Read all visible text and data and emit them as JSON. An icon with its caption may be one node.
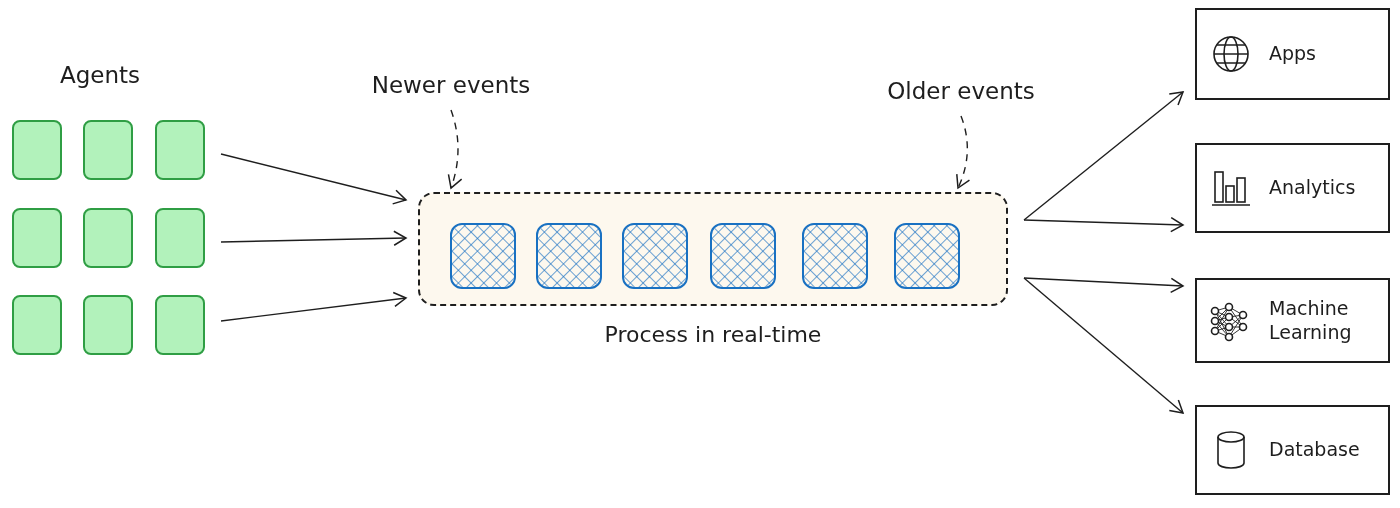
{
  "diagram": {
    "nodes": [
      {
        "text": [],
        "shape": "box"
      },
      {
        "text": [],
        "shape": "box"
      },
      {
        "text": [],
        "shape": "box"
      },
      {
        "text": [],
        "shape": "box"
      },
      {
        "text": [],
        "shape": "box"
      },
      {
        "text": [],
        "shape": "box"
      },
      {
        "text": [],
        "shape": "box"
      },
      {
        "text": [],
        "shape": "box"
      },
      {
        "text": [],
        "shape": "box"
      },
      {
        "text": [
          "Newer events"
        ]
      },
      {
        "text": [
          "Older events"
        ]
      },
      {
        "text": [
          "Process in real-time"
        ]
      },
      {
        "text": [],
        "shape": "box",
        "in": 11
      },
      {
        "text": [],
        "shape": "box",
        "in": 11
      },
      {
        "text": [],
        "shape": "box",
        "in": 11
      },
      {
        "text": [],
        "shape": "box",
        "in": 11
      },
      {
        "text": [],
        "shape": "box",
        "in": 11
      },
      {
        "text": [],
        "shape": "box",
        "in": 11
      },
      {
        "text": [
          "Apps"
        ]
      },
      {
        "text": [
          "Analytics"
        ]
      },
      {
        "text": [
          "Machine Learning"
        ]
      },
      {
        "text": [
          "Database"
        ]
      }
    ],
    "edges": [
      {
        "from": 2,
        "to": 11,
        "arrow": "to"
      },
      {
        "from": 5,
        "to": 11,
        "arrow": "to"
      },
      {
        "from": 8,
        "to": 11,
        "arrow": "to"
      },
      {
        "from": 9,
        "to": 11,
        "arrow": "to",
        "style": "dashed"
      },
      {
        "from": 10,
        "to": 11,
        "arrow": "to",
        "style": "dashed"
      },
      {
        "from": 11,
        "to": 18,
        "arrow": "to"
      },
      {
        "from": 11,
        "to": 19,
        "arrow": "to"
      },
      {
        "from": 11,
        "to": 20,
        "arrow": "to"
      },
      {
        "from": 11,
        "to": 21,
        "arrow": "to"
      }
    ],
    "labels": [
      "Agents"
    ]
  }
}
